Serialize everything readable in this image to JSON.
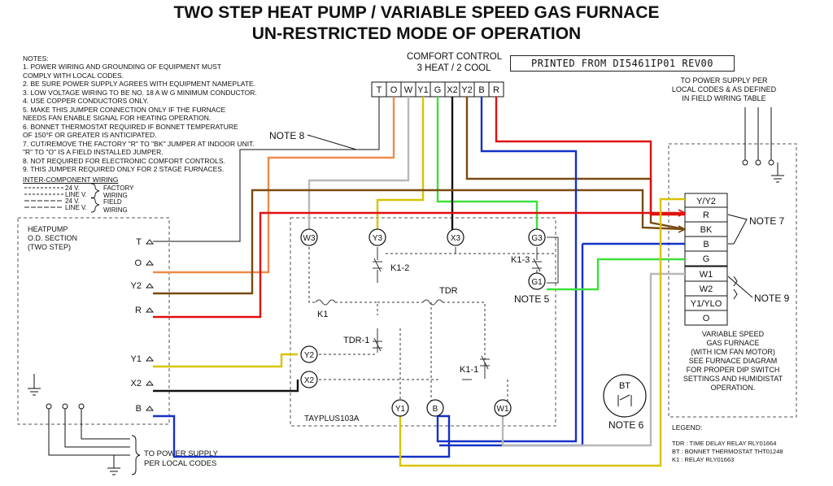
{
  "title": {
    "line1": "TWO STEP  HEAT PUMP / VARIABLE SPEED GAS FURNACE",
    "line2": "UN-RESTRICTED MODE OF OPERATION"
  },
  "printed_from": "PRINTED FROM  DI5461IP01  REV00",
  "comfort_control": {
    "title1": "COMFORT CONTROL",
    "title2": "3 HEAT / 2 COOL",
    "terminals": [
      "T",
      "O",
      "W",
      "Y1",
      "G",
      "X2",
      "Y2",
      "B",
      "R"
    ]
  },
  "notes": {
    "header": "NOTES:",
    "lines": [
      "1. POWER WIRING AND GROUNDING OF EQUIPMENT MUST",
      "    COMPLY WITH LOCAL CODES.",
      "2. BE SURE POWER SUPPLY AGREES WITH EQUIPMENT NAMEPLATE.",
      "3. LOW VOLTAGE WIRING TO BE NO. 18 A W G MINIMUM CONDUCTOR.",
      "4. USE COPPER CONDUCTORS ONLY.",
      "5. MAKE THIS JUMPER CONNECTION ONLY IF THE FURNACE",
      "    NEEDS FAN ENABLE SIGNAL FOR HEATING OPERATION.",
      "6. BONNET THERMOSTAT REQUIRED IF BONNET TEMPERATURE",
      "    OF 150°F OR GREATER IS ANTICIPATED.",
      "7. CUT/REMOVE THE FACTORY \"R\" TO \"BK\" JUMPER AT INDOOR UNIT.",
      "    \"R\" TO \"O\" IS A FIELD INSTALLED JUMPER.",
      "8. NOT REQUIRED FOR ELECTRONIC COMFORT CONTROLS.",
      "9. THIS JUMPER REQUIRED ONLY FOR 2 STAGE FURNACES."
    ]
  },
  "wiring_legend": {
    "header": "INTER-COMPONENT WIRING",
    "rows": [
      {
        "volt": "24 V.",
        "kind": ""
      },
      {
        "volt": "LINE V.",
        "kind": ""
      },
      {
        "volt": "24 V.",
        "kind": ""
      },
      {
        "volt": "LINE V.",
        "kind": ""
      }
    ],
    "factory": "FACTORY",
    "factory_wiring": "WIRING",
    "field": "FIELD",
    "field_wiring": "WIRING"
  },
  "heatpump": {
    "title1": "HEATPUMP",
    "title2": "O.D. SECTION",
    "title3": "(TWO STEP)",
    "terminals": [
      "T",
      "O",
      "Y2",
      "R",
      "Y1",
      "X2",
      "B"
    ]
  },
  "power_supply_right": {
    "l1": "TO POWER SUPPLY PER",
    "l2": "LOCAL CODES & AS DEFINED",
    "l3": "IN FIELD WIRING TABLE"
  },
  "power_supply_left": {
    "l1": "TO POWER SUPPLY",
    "l2": "PER LOCAL CODES"
  },
  "taypl": {
    "label": "TAYPLUS103A",
    "nodes": {
      "w3": "W3",
      "y3": "Y3",
      "x3": "X3",
      "g3": "G3",
      "g1": "G1",
      "y2": "Y2",
      "x2": "X2",
      "y1": "Y1",
      "b": "B",
      "w1": "W1"
    },
    "k1_2": "K1-2",
    "k1_3": "K1-3",
    "k1": "K1",
    "tdr": "TDR",
    "tdr_1": "TDR-1",
    "k1_1": "K1-1"
  },
  "furnace": {
    "terminals": [
      "Y/Y2",
      "R",
      "BK",
      "B",
      "G",
      "W1",
      "W2",
      "Y1/YLO",
      "O"
    ],
    "desc": [
      "VARIABLE SPEED",
      "GAS FURNACE",
      "(WITH ICM FAN MOTOR)",
      "SEE FURNACE DIAGRAM",
      "FOR PROPER DIP SWITCH",
      "SETTINGS AND HUMIDISTAT",
      "OPERATION."
    ]
  },
  "callouts": {
    "note8": "NOTE 8",
    "note7": "NOTE 7",
    "note9": "NOTE 9",
    "note5": "NOTE 5",
    "note6": "NOTE 6",
    "bt": "BT"
  },
  "legend": {
    "header": "LEGEND:",
    "lines": [
      "TDR :  TIME DELAY RELAY  RLY01664",
      "BT  :  BONNET THERMOSTAT  THT01248",
      "K1  :  RELAY  RLY01663"
    ]
  },
  "colors": {
    "orange": "#f08a4b",
    "gray_wire": "#b8b8b8",
    "yellow": "#d8c400",
    "green": "#3ce03c",
    "black": "#111111",
    "brown": "#7a4a10",
    "blue": "#1530c8",
    "red": "#e01010"
  }
}
